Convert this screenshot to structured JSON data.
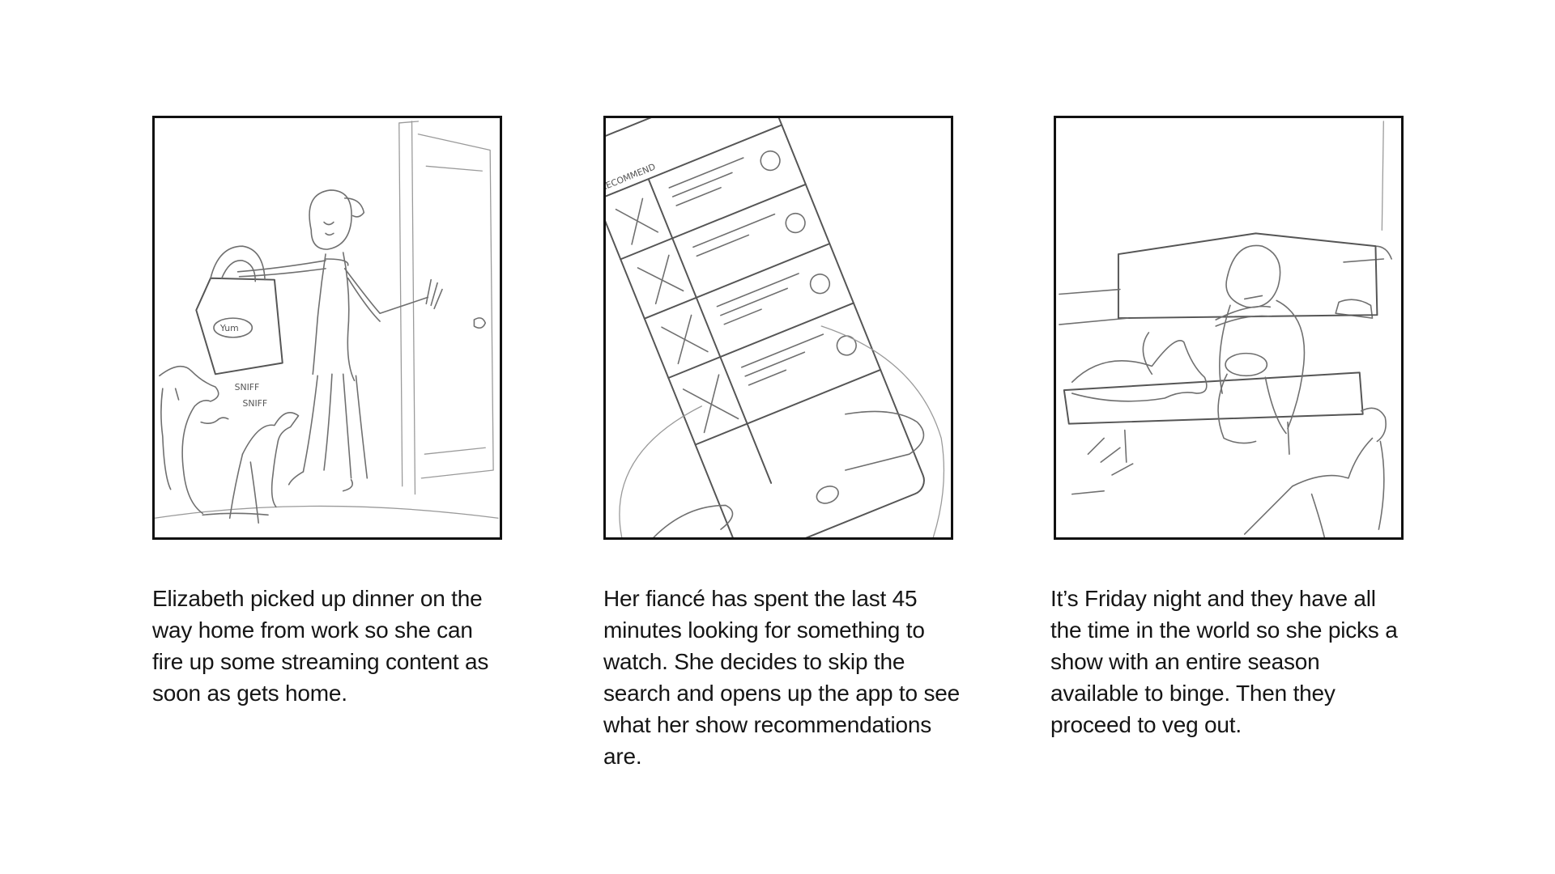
{
  "panels": [
    {
      "id": "panel-1",
      "sketch_text": [
        "Yum",
        "SNIFF",
        "SNIFF"
      ],
      "caption": "Elizabeth picked up dinner on the way home from work so she can fire up some streaming content as soon as gets home."
    },
    {
      "id": "panel-2",
      "sketch_text": [
        "RECOMMEND"
      ],
      "caption": "Her fiancé has spent the last 45 minutes looking for something to watch. She decides to skip the search and opens up the app to see what her show recommendations are."
    },
    {
      "id": "panel-3",
      "sketch_text": [],
      "caption": "It’s Friday night and they have all the time in the world so she picks a show with an entire season available to binge. Then they proceed to veg out."
    }
  ]
}
